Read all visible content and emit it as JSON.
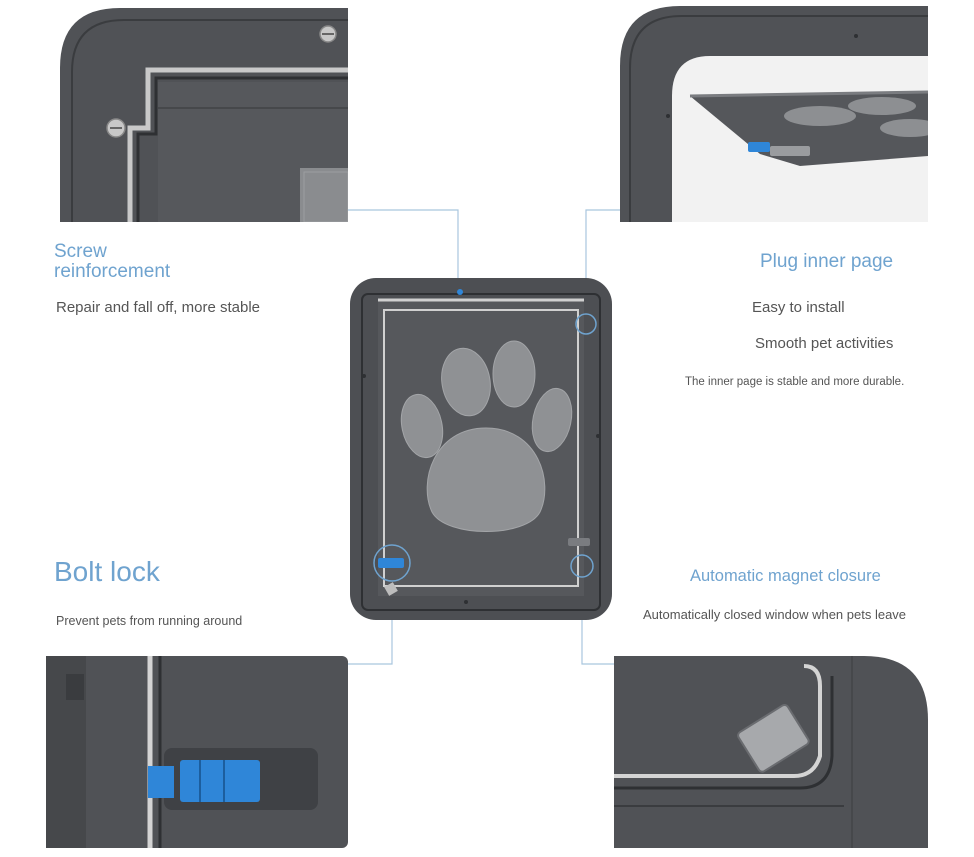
{
  "callouts": {
    "screw": {
      "title_line1": "Screw",
      "title_line2": "reinforcement",
      "desc": "Repair and fall off, more stable"
    },
    "plug": {
      "title": "Plug inner page",
      "line1": "Easy to install",
      "line2": "Smooth pet activities",
      "line3": "The inner page is stable and more durable."
    },
    "bolt": {
      "title": "Bolt lock",
      "desc": "Prevent pets from running around"
    },
    "magnet": {
      "title": "Automatic magnet closure",
      "desc": "Automatically closed window when pets leave"
    }
  },
  "colors": {
    "accent": "#6fa3cf",
    "frame": "#4a4c50",
    "frame_dark": "#2e3033",
    "mesh": "#8a8c8f",
    "connector": "#a9c6de",
    "bolt_blue": "#2f86d8"
  },
  "icons": {
    "paw": "paw-print-icon",
    "screw": "screw-icon"
  }
}
